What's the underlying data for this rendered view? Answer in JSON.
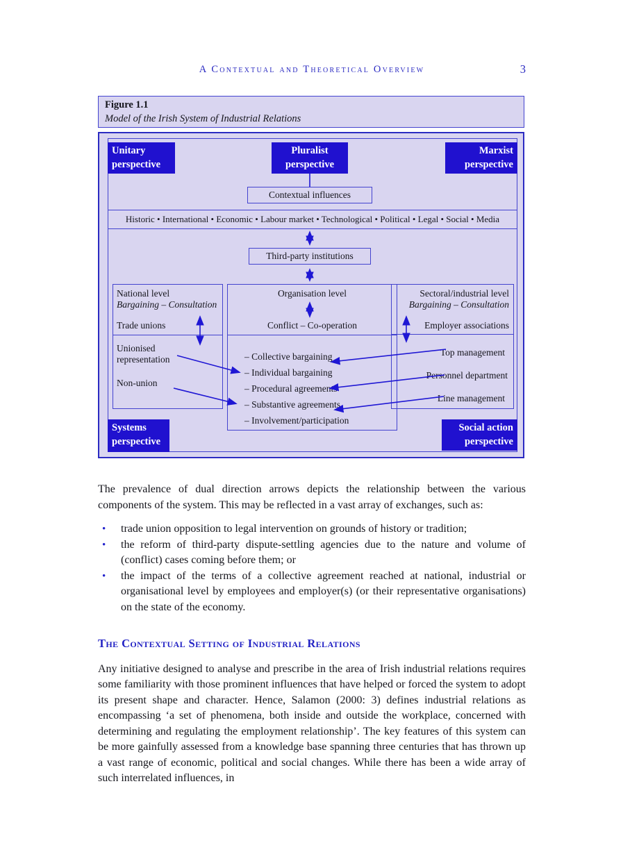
{
  "header": {
    "running_title": "A Contextual and Theoretical Overview",
    "page_number": "3"
  },
  "figure": {
    "label": "Figure 1.1",
    "caption": "Model of the Irish System of Industrial Relations",
    "perspectives": {
      "unitary": "Unitary\nperspective",
      "pluralist": "Pluralist\nperspective",
      "marxist": "Marxist\nperspective",
      "systems": "Systems\nperspective",
      "social_action": "Social action\nperspective"
    },
    "contextual_influences": "Contextual influences",
    "influences_strip": "Historic • International • Economic • Labour market • Technological • Political • Legal • Social • Media",
    "third_party": "Third-party institutions",
    "national": {
      "title": "National level",
      "subtitle": "Bargaining – Consultation",
      "actor": "Trade unions",
      "unionised": "Unionised\nrepresentation",
      "non_union": "Non-union"
    },
    "organisation": {
      "title": "Organisation level",
      "subtitle": "Conflict – Co-operation",
      "items": [
        "– Collective bargaining",
        "– Individual bargaining",
        "– Procedural agreements",
        "– Substantive agreements",
        "– Involvement/participation"
      ]
    },
    "sectoral": {
      "title": "Sectoral/industrial level",
      "subtitle": "Bargaining – Consultation",
      "actor": "Employer associations",
      "roles": [
        "Top management",
        "Personnel department",
        "Line management"
      ]
    }
  },
  "body": {
    "para1": "The prevalence of dual direction arrows depicts the relationship between the various components of the system. This may be reflected in a vast array of exchanges, such as:",
    "bullet_glyph": "•",
    "bullets": [
      "trade union opposition to legal intervention on grounds of history or tradition;",
      "the reform of third-party dispute-settling agencies due to the nature and volume of (conflict) cases coming before them; or",
      "the impact of the terms of a collective agreement reached at national, industrial or organisational level by employees and employer(s) (or their representative organisations) on the state of the economy."
    ],
    "section_heading": "The Contextual Setting of Industrial Relations",
    "para2": "Any initiative designed to analyse and prescribe in the area of Irish industrial relations requires some familiarity with those prominent influences that have helped or forced the system to adopt its present shape and character. Hence, Salamon (2000: 3) defines industrial relations as encompassing ‘a set of phenomena, both inside and outside the workplace, concerned with determining and regulating the employment relationship’. The key features of this system can be more gainfully assessed from a knowledge base spanning three centuries that has thrown up a vast range of economic, political and social changes. While there has been a wide array of such interrelated influences, in"
  },
  "colors": {
    "accent_blue": "#2011cf",
    "border_blue": "#4343cf",
    "lavender": "#d9d5f0",
    "heading_blue": "#2222c4"
  }
}
